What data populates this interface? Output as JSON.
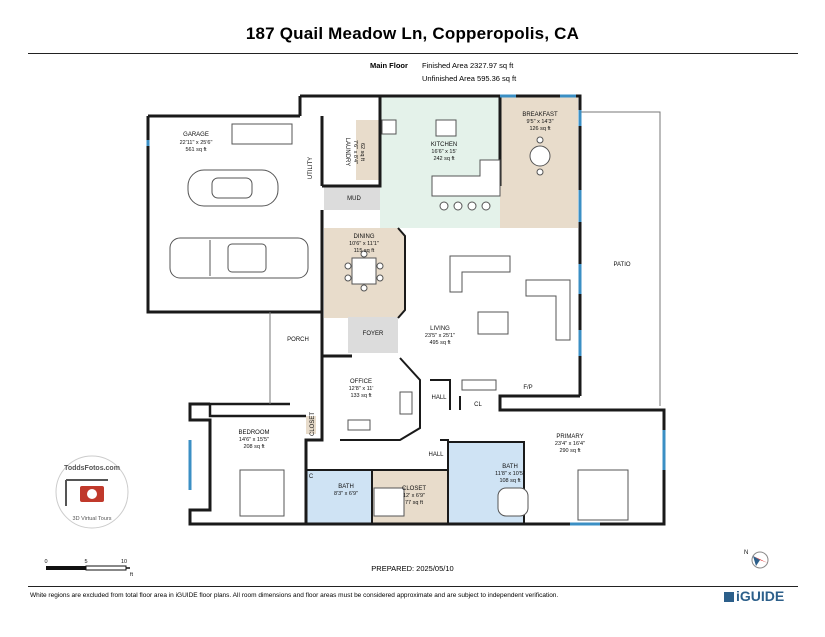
{
  "header": {
    "title": "187 Quail Meadow Ln, Copperopolis, CA",
    "floor_label": "Main Floor",
    "finished_area": "Finished Area 2327.97 sq ft",
    "unfinished_area": "Unfinished Area 595.36 sq ft"
  },
  "rooms": {
    "garage": {
      "name": "GARAGE",
      "dims": "22'11\" x 25'6\"",
      "area": "561 sq ft"
    },
    "laundry": {
      "name": "LAUNDRY",
      "dims": "7'6\" x 8'4\"",
      "area": "62 sq ft"
    },
    "utility": {
      "name": "UTILITY"
    },
    "kitchen": {
      "name": "KITCHEN",
      "dims": "16'6\" x 15'",
      "area": "242 sq ft"
    },
    "breakfast": {
      "name": "BREAKFAST",
      "dims": "9'5\" x 14'3\"",
      "area": "126 sq ft"
    },
    "mud": {
      "name": "MUD"
    },
    "dining": {
      "name": "DINING",
      "dims": "10'6\" x 11'1\"",
      "area": "115 sq ft"
    },
    "patio": {
      "name": "PATIO"
    },
    "porch": {
      "name": "PORCH"
    },
    "foyer": {
      "name": "FOYER"
    },
    "living": {
      "name": "LIVING",
      "dims": "23'5\" x 25'1\"",
      "area": "495 sq ft"
    },
    "office": {
      "name": "OFFICE",
      "dims": "12'8\" x 11'",
      "area": "133 sq ft"
    },
    "hall1": {
      "name": "HALL"
    },
    "hall2": {
      "name": "HALL"
    },
    "cl": {
      "name": "CL"
    },
    "fp": {
      "name": "F/P"
    },
    "bedroom": {
      "name": "BEDROOM",
      "dims": "14'6\" x 15'5\"",
      "area": "208 sq ft"
    },
    "closet1": {
      "name": "CLOSET"
    },
    "c_small": {
      "name": "C"
    },
    "bath1": {
      "name": "BATH",
      "dims": "8'3\" x 6'9\""
    },
    "closet2": {
      "name": "CLOSET",
      "dims": "12' x 6'9\"",
      "area": "77 sq ft"
    },
    "bath2": {
      "name": "BATH",
      "dims": "11'8\" x 10'5\"",
      "area": "108 sq ft"
    },
    "primary": {
      "name": "PRIMARY",
      "dims": "23'4\" x 16'4\"",
      "area": "290 sq ft"
    }
  },
  "scale": {
    "t0": "0",
    "t5": "5",
    "t10": "10",
    "unit": "ft"
  },
  "compass": {
    "label": "N"
  },
  "watermark": {
    "text": "ToddsFotos.com",
    "sub": "3D Virtual Tours"
  },
  "prepared": "PREPARED: 2025/05/10",
  "footer": {
    "disclaimer": "White regions are excluded from total floor area in iGUIDE floor plans. All room dimensions and floor areas must be considered approximate and are subject to independent verification.",
    "brand": "iGUIDE"
  },
  "colors": {
    "wall": "#1a1a1a",
    "kitchen": "#e4f2ea",
    "breakfast": "#e8dccb",
    "dining": "#e8dccb",
    "bath": "#cfe3f4",
    "closet": "#e8dccb",
    "hall": "#dcdcdc",
    "window": "#3b8fc4"
  }
}
